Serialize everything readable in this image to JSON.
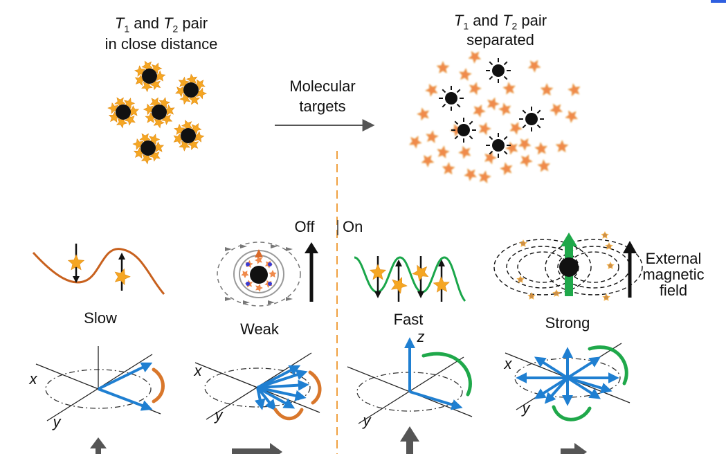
{
  "top_left": {
    "line1_prefix": "T",
    "sub1": "1",
    "mid": " and ",
    "t2": "T",
    "sub2": "2",
    "suffix": " pair",
    "line2": "in close distance"
  },
  "top_right": {
    "line1_prefix": "T",
    "sub1": "1",
    "mid": " and ",
    "t2": "T",
    "sub2": "2",
    "suffix": " pair",
    "line2": "separated"
  },
  "center_arrow_label": {
    "line1": "Molecular",
    "line2": "targets"
  },
  "switch": {
    "off": "Off",
    "on": "On"
  },
  "panels": {
    "slow": "Slow",
    "weak": "Weak",
    "fast": "Fast",
    "strong": "Strong"
  },
  "field_label": {
    "line1": "External",
    "line2": "magnetic",
    "line3": "field"
  },
  "axes": {
    "x": "x",
    "y": "y",
    "z": "z"
  },
  "colors": {
    "star": "#f5a623",
    "star_blurred": "#f08a4b",
    "orange_wave": "#c8611e",
    "green_wave": "#1aa64a",
    "blue_arrow": "#1f7fd1",
    "green_arrow": "#1fa84a",
    "orange_arrow": "#d9772b",
    "dashed_divider": "#f0a040",
    "corner_accent": "#2f5fe0"
  }
}
